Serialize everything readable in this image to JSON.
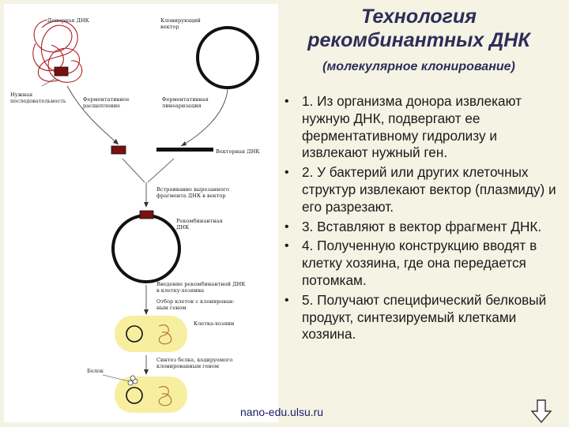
{
  "title": "Технология\nрекомбинантных ДНК",
  "subtitle": "(молекулярное клонирование)",
  "steps": [
    "1. Из организма донора извлекают нужную ДНК, подвергают ее ферментативному гидролизу и извлекают нужный ген.",
    "2. У бактерий или других клеточных структур извлекают вектор (плазмиду) и его разрезают.",
    "3. Вставляют в вектор фрагмент ДНК.",
    "4. Полученную конструкцию вводят в клетку хозяина, где она передается потомкам.",
    "5.  Получают специфический белковый продукт, синтезируемый клетками хозяина."
  ],
  "footer": {
    "link_text": "nano-edu.ulsu.ru"
  },
  "diagram": {
    "labels": {
      "donor_dna": "Донорная ДНК",
      "cloning_vector": "Клонирующий\nвектор",
      "needed_sequence": "Нужная\nпоследовательность",
      "enzymatic_cleavage": "Ферментативное\nрасщепление",
      "enzymatic_linearization": "Ферментативная\nлинеаризация",
      "vector_dna": "Векторная ДНК",
      "insertion": "Встраивание вырезанного\nфрагмента ДНК в вектор",
      "recombinant_vector": "Рекомбинантная\nДНК",
      "introduction": "Введение рекомбинантной ДНК\nв клетку-хозяина",
      "selection": "Отбор клеток с клонирован-\nным геном",
      "host_cell": "Клетка-хозяин",
      "protein_synthesis": "Синтез белка, кодируемого\nклонированным геном",
      "protein": "Белок"
    },
    "icons": {
      "nav": "down-arrow-icon"
    },
    "colors": {
      "dna_red": "#b01f24",
      "fragment": "#7a1010",
      "cell_fill": "#f7eea0",
      "plasmid": "#111111"
    }
  }
}
